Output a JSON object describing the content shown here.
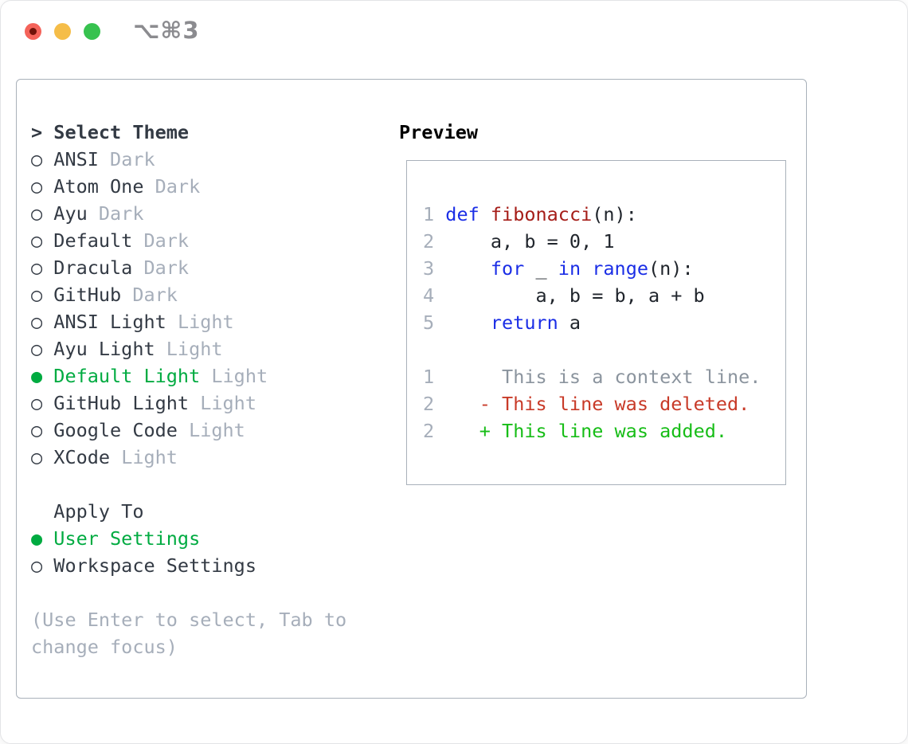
{
  "titlebar": {
    "shortcut": "⌥⌘3"
  },
  "theme_selector": {
    "cursor": ">",
    "title": "Select Theme",
    "radio_unselected": "○",
    "radio_selected": "●",
    "items": [
      {
        "name": "ANSI",
        "variant": "Dark",
        "selected": false
      },
      {
        "name": "Atom One",
        "variant": "Dark",
        "selected": false
      },
      {
        "name": "Ayu",
        "variant": "Dark",
        "selected": false
      },
      {
        "name": "Default",
        "variant": "Dark",
        "selected": false
      },
      {
        "name": "Dracula",
        "variant": "Dark",
        "selected": false
      },
      {
        "name": "GitHub",
        "variant": "Dark",
        "selected": false
      },
      {
        "name": "ANSI Light",
        "variant": "Light",
        "selected": false
      },
      {
        "name": "Ayu Light",
        "variant": "Light",
        "selected": false
      },
      {
        "name": "Default Light",
        "variant": "Light",
        "selected": true
      },
      {
        "name": "GitHub Light",
        "variant": "Light",
        "selected": false
      },
      {
        "name": "Google Code",
        "variant": "Light",
        "selected": false
      },
      {
        "name": "XCode",
        "variant": "Light",
        "selected": false
      }
    ]
  },
  "apply_to": {
    "title": "Apply To",
    "options": [
      {
        "label": "User Settings",
        "selected": true
      },
      {
        "label": "Workspace Settings",
        "selected": false
      }
    ]
  },
  "hint_lines": [
    "(Use Enter to select, Tab to",
    "change focus)"
  ],
  "preview": {
    "title": "Preview",
    "code_lines": [
      {
        "num": "1",
        "tokens": [
          [
            "def",
            "keyword"
          ],
          [
            " ",
            "plain"
          ],
          [
            "fibonacci",
            "function"
          ],
          [
            "(n):",
            "plain"
          ]
        ]
      },
      {
        "num": "2",
        "tokens": [
          [
            "    a, b = 0, 1",
            "plain"
          ]
        ]
      },
      {
        "num": "3",
        "tokens": [
          [
            "    ",
            "plain"
          ],
          [
            "for",
            "keyword"
          ],
          [
            " _ ",
            "plain"
          ],
          [
            "in",
            "keyword"
          ],
          [
            " ",
            "plain"
          ],
          [
            "range",
            "keyword"
          ],
          [
            "(n):",
            "plain"
          ]
        ]
      },
      {
        "num": "4",
        "tokens": [
          [
            "        a, b = b, a + b",
            "plain"
          ]
        ]
      },
      {
        "num": "5",
        "tokens": [
          [
            "    ",
            "plain"
          ],
          [
            "return",
            "keyword"
          ],
          [
            " a",
            "plain"
          ]
        ]
      }
    ],
    "diff_lines": [
      {
        "num": "1",
        "marker": " ",
        "text": "This is a context line.",
        "kind": "context"
      },
      {
        "num": "2",
        "marker": "-",
        "text": "This line was deleted.",
        "kind": "deleted"
      },
      {
        "num": "2",
        "marker": "+",
        "text": "This line was added.",
        "kind": "added"
      }
    ]
  },
  "colors": {
    "text_dark": "#333a44",
    "text_gray": "#a6aeba",
    "selected_green": "#00ab41",
    "keyword_blue": "#1b2ee6",
    "function_red": "#a51d18",
    "diff_deleted_red": "#c83a28",
    "diff_added_green": "#17bd17",
    "diff_context_gray": "#8b949e",
    "line_number_gray": "#a6aeba",
    "panel_border": "#a9b1ba",
    "code_black": "#20252c",
    "traffic_red": "#f4635a",
    "traffic_red_dot": "#701209",
    "traffic_yellow": "#f5bd48",
    "traffic_green": "#37c24f",
    "shortcut_gray": "#8b8b8f"
  }
}
